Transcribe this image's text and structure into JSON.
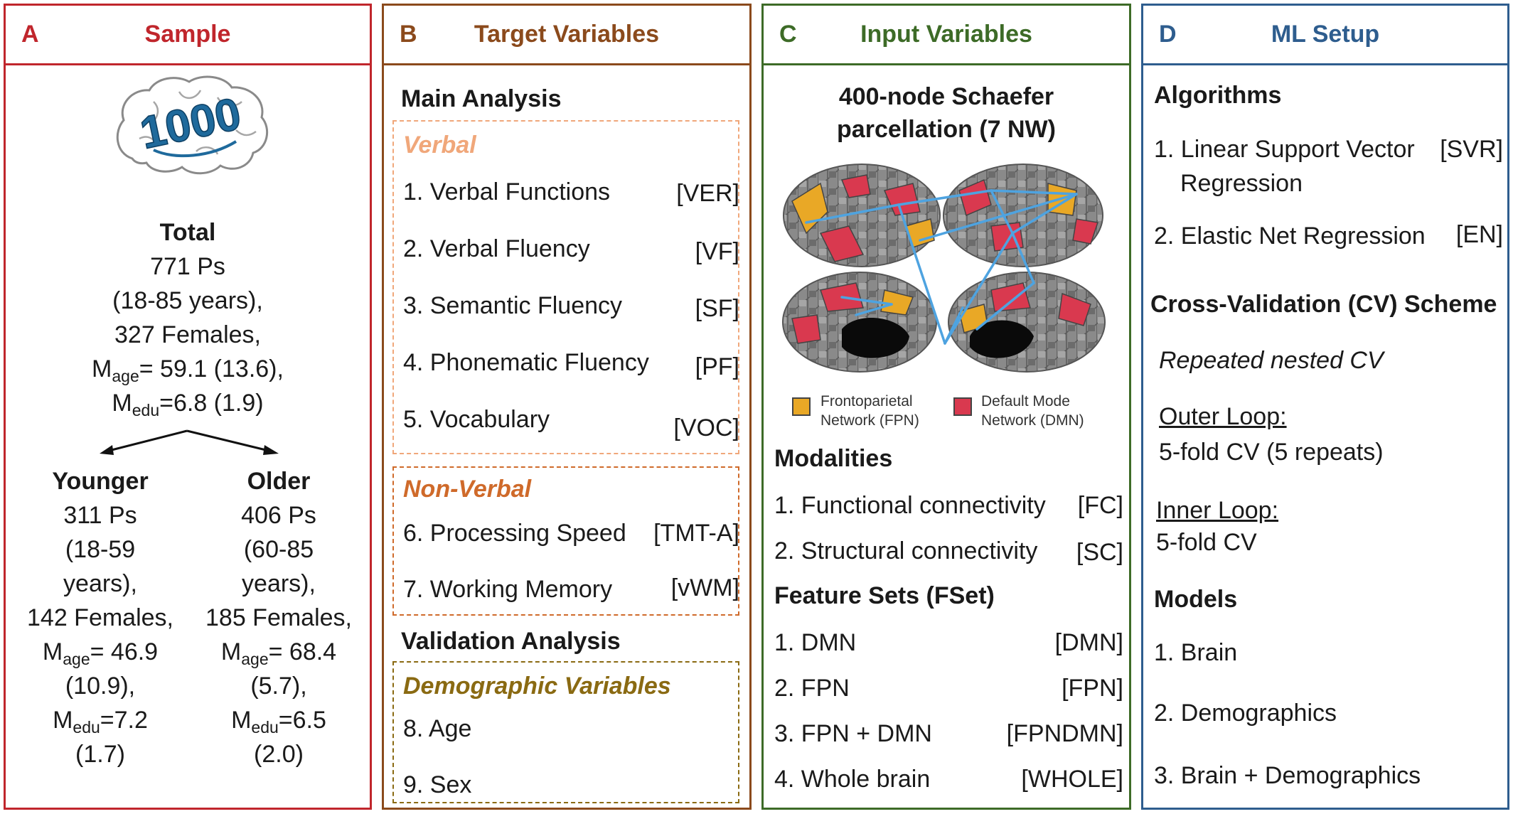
{
  "colors": {
    "A": "#c0262c",
    "B": "#8b4a1c",
    "C": "#3d6b27",
    "D": "#2e5d8e",
    "verbal": "#f0a77a",
    "nonverbal": "#cf6a2a",
    "demo": "#8a6a12",
    "fpn": "#e9a826",
    "dmn": "#d9394f",
    "brain_gray": "#7e7e7e",
    "edge": "#4ea3e0"
  },
  "panelA": {
    "letter": "A",
    "title": "Sample",
    "logo": "1000",
    "total": {
      "label": "Total",
      "lines": [
        "771 Ps",
        "(18-85 years),",
        "327 Females,"
      ],
      "mage": "= 59.1 (13.6),",
      "medu": "=6.8 (1.9)"
    },
    "younger": {
      "label": "Younger",
      "lines": [
        "311 Ps",
        "(18-59",
        "years),",
        "142 Females,"
      ],
      "mage": "= 46.9",
      "mage_sd": "(10.9),",
      "medu": "=7.2",
      "medu_sd": "(1.7)"
    },
    "older": {
      "label": "Older",
      "lines": [
        "406 Ps",
        "(60-85",
        "years),",
        "185 Females,"
      ],
      "mage": "= 68.4",
      "mage_sd": "(5.7),",
      "medu": "=6.5",
      "medu_sd": "(2.0)"
    },
    "m": "M",
    "sub_age": "age",
    "sub_edu": "edu"
  },
  "panelB": {
    "letter": "B",
    "title": "Target Variables",
    "main": "Main Analysis",
    "verbal": "Verbal",
    "verbal_items": [
      {
        "label": "1. Verbal Functions",
        "tag": "[VER]"
      },
      {
        "label": "2. Verbal Fluency",
        "tag": "[VF]"
      },
      {
        "label": "3. Semantic  Fluency",
        "tag": "[SF]"
      },
      {
        "label": "4. Phonematic Fluency",
        "tag": "[PF]"
      },
      {
        "label": "5. Vocabulary",
        "tag": "[VOC]"
      }
    ],
    "nonverbal": "Non-Verbal",
    "nonverbal_items": [
      {
        "label": "6. Processing Speed",
        "tag": "[TMT-A]"
      },
      {
        "label": "7. Working Memory",
        "tag": "[vWM]"
      }
    ],
    "validation": "Validation Analysis",
    "demo": "Demographic Variables",
    "demo_items": [
      "8. Age",
      "9. Sex"
    ]
  },
  "panelC": {
    "letter": "C",
    "title": "Input Variables",
    "parc_title": [
      "400-node Schaefer",
      "parcellation (7 NW)"
    ],
    "legend": [
      {
        "name": "fpn",
        "lines": [
          "Frontoparietal",
          "Network (FPN)"
        ]
      },
      {
        "name": "dmn",
        "lines": [
          "Default Mode",
          "Network (DMN)"
        ]
      }
    ],
    "modalities": "Modalities",
    "modality_items": [
      {
        "label": "1. Functional connectivity",
        "tag": "[FC]"
      },
      {
        "label": "2. Structural connectivity",
        "tag": "[SC]"
      }
    ],
    "fset": "Feature Sets (FSet)",
    "fset_items": [
      {
        "label": "1. DMN",
        "tag": "[DMN]"
      },
      {
        "label": "2. FPN",
        "tag": "[FPN]"
      },
      {
        "label": "3. FPN + DMN",
        "tag": "[FPNDMN]"
      },
      {
        "label": "4. Whole brain",
        "tag": "[WHOLE]"
      }
    ]
  },
  "panelD": {
    "letter": "D",
    "title": "ML Setup",
    "algorithms": "Algorithms",
    "algo1": [
      "1. Linear Support Vector",
      "Regression"
    ],
    "algo1_tag": "[SVR]",
    "algo2": "2. Elastic Net Regression",
    "algo2_tag": "[EN]",
    "cv": "Cross-Validation (CV) Scheme",
    "repeated": "Repeated nested CV",
    "outer": "Outer Loop:",
    "outer_desc": "5-fold CV (5 repeats)",
    "inner": "Inner Loop:",
    "inner_desc": "5-fold CV",
    "models": "Models",
    "model_items": [
      "1. Brain",
      "2. Demographics",
      "3. Brain + Demographics"
    ]
  }
}
